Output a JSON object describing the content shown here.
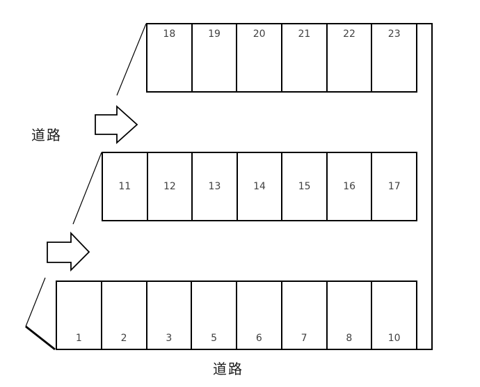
{
  "diagram": {
    "background_color": "#ffffff",
    "line_color": "#000000",
    "number_color": "#404040",
    "labels": {
      "road_left": "道路",
      "road_bottom": "道路"
    },
    "rows": [
      {
        "id": "top",
        "number_align": "top",
        "spaces": [
          "18",
          "19",
          "20",
          "21",
          "22",
          "23"
        ]
      },
      {
        "id": "middle",
        "number_align": "middle",
        "spaces": [
          "11",
          "12",
          "13",
          "14",
          "15",
          "16",
          "17"
        ]
      },
      {
        "id": "bottom",
        "number_align": "bottom",
        "spaces": [
          "1",
          "2",
          "3",
          "5",
          "6",
          "7",
          "8",
          "10"
        ]
      }
    ]
  }
}
